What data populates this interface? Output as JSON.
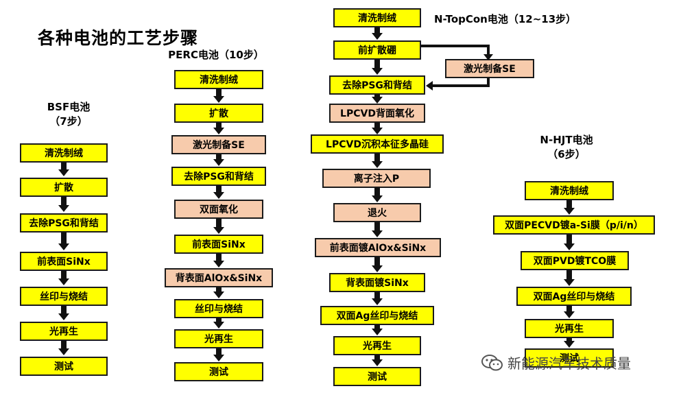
{
  "title": "各种电池的工艺步骤",
  "columns": {
    "bsf": {
      "title": "BSF电池",
      "subtitle": "（7步）",
      "steps": [
        "清洗制绒",
        "扩散",
        "去除PSG和背结",
        "前表面SiNx",
        "丝印与烧结",
        "光再生",
        "测试"
      ]
    },
    "perc": {
      "title": "PERC电池（10步）",
      "steps": [
        "清洗制绒",
        "扩散",
        "激光制备SE",
        "去除PSG和背结",
        "双面氧化",
        "前表面SiNx",
        "背表面AlOx&SiNx",
        "丝印与烧结",
        "光再生",
        "测试"
      ]
    },
    "topcon": {
      "title": "N-TopCon电池（12~13步）",
      "steps": [
        "清洗制绒",
        "前扩散硼",
        "去除PSG和背结",
        "LPCVD背面氧化",
        "LPCVD沉积本征多晶硅",
        "离子注入P",
        "退火",
        "前表面镀AlOx&SiNx",
        "背表面镀SiNx",
        "双面Ag丝印与烧结",
        "光再生",
        "测试"
      ],
      "side_step": "激光制备SE"
    },
    "hjt": {
      "title": "N-HJT电池",
      "subtitle": "（6步）",
      "steps": [
        "清洗制绒",
        "双面PECVD镀a-Si膜（p/i/n）",
        "双面PVD镀TCO膜",
        "双面Ag丝印与烧结",
        "光再生",
        "测试"
      ]
    }
  },
  "colors": {
    "standard_step": "#ffff00",
    "new_step": "#f7cbac",
    "outline": "#1a1a1a"
  },
  "watermark": {
    "text": "新能源汽车技术质量",
    "icon": "wechat-icon"
  }
}
